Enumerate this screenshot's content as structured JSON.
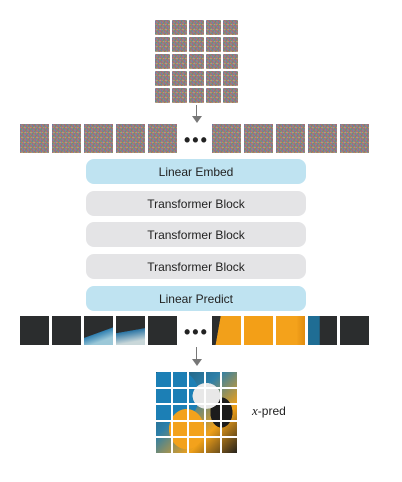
{
  "blocks": {
    "linear_embed": "Linear Embed",
    "transformer_1": "Transformer Block",
    "transformer_2": "Transformer Block",
    "transformer_3": "Transformer Block",
    "linear_predict": "Linear Predict"
  },
  "ellipsis": "•••",
  "output_label_var": "x",
  "output_label_suffix": "-pred",
  "colors": {
    "linear_block": "#bfe3f1",
    "transformer_block": "#e4e4e6",
    "arrow": "#777777"
  }
}
